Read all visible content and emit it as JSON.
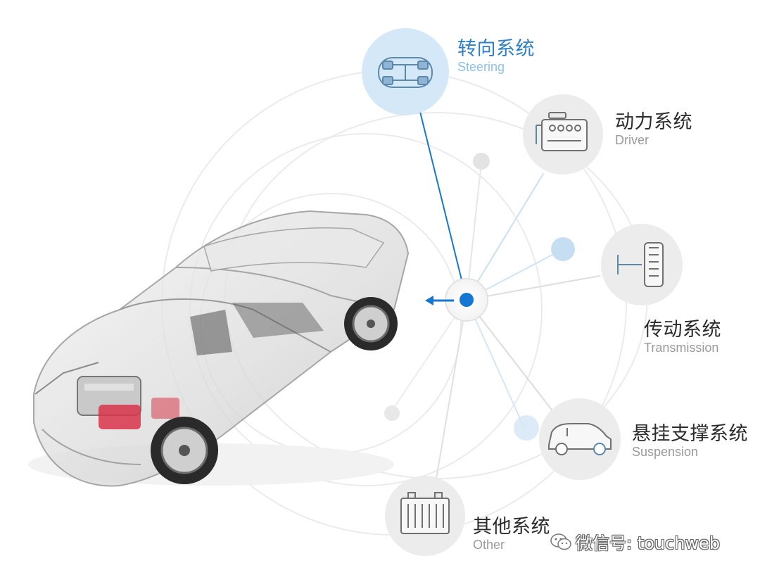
{
  "colors": {
    "accent": "#1677d2",
    "accent_light": "#d5e8f7",
    "node_gray": "#ececec",
    "line_light": "#cfe1ef",
    "line_gray": "#dcdcdc"
  },
  "hub": {
    "arrow_icon": "left-arrow-icon"
  },
  "nodes": [
    {
      "id": "steering",
      "label_cn": "转向系统",
      "label_en": "Steering",
      "icon": "chassis-steering-icon",
      "active": true
    },
    {
      "id": "driver",
      "label_cn": "动力系统",
      "label_en": "Driver",
      "icon": "engine-icon",
      "active": false
    },
    {
      "id": "transmission",
      "label_cn": "传动系统",
      "label_en": "Transmission",
      "icon": "drive-shaft-tire-icon",
      "active": false
    },
    {
      "id": "suspension",
      "label_cn": "悬挂支撑系统",
      "label_en": "Suspension",
      "icon": "car-icon",
      "active": false
    },
    {
      "id": "other",
      "label_cn": "其他系统",
      "label_en": "Other",
      "icon": "battery-icon",
      "active": false
    }
  ],
  "watermark": {
    "text": "微信号: touchweb",
    "icon": "wechat-icon"
  }
}
